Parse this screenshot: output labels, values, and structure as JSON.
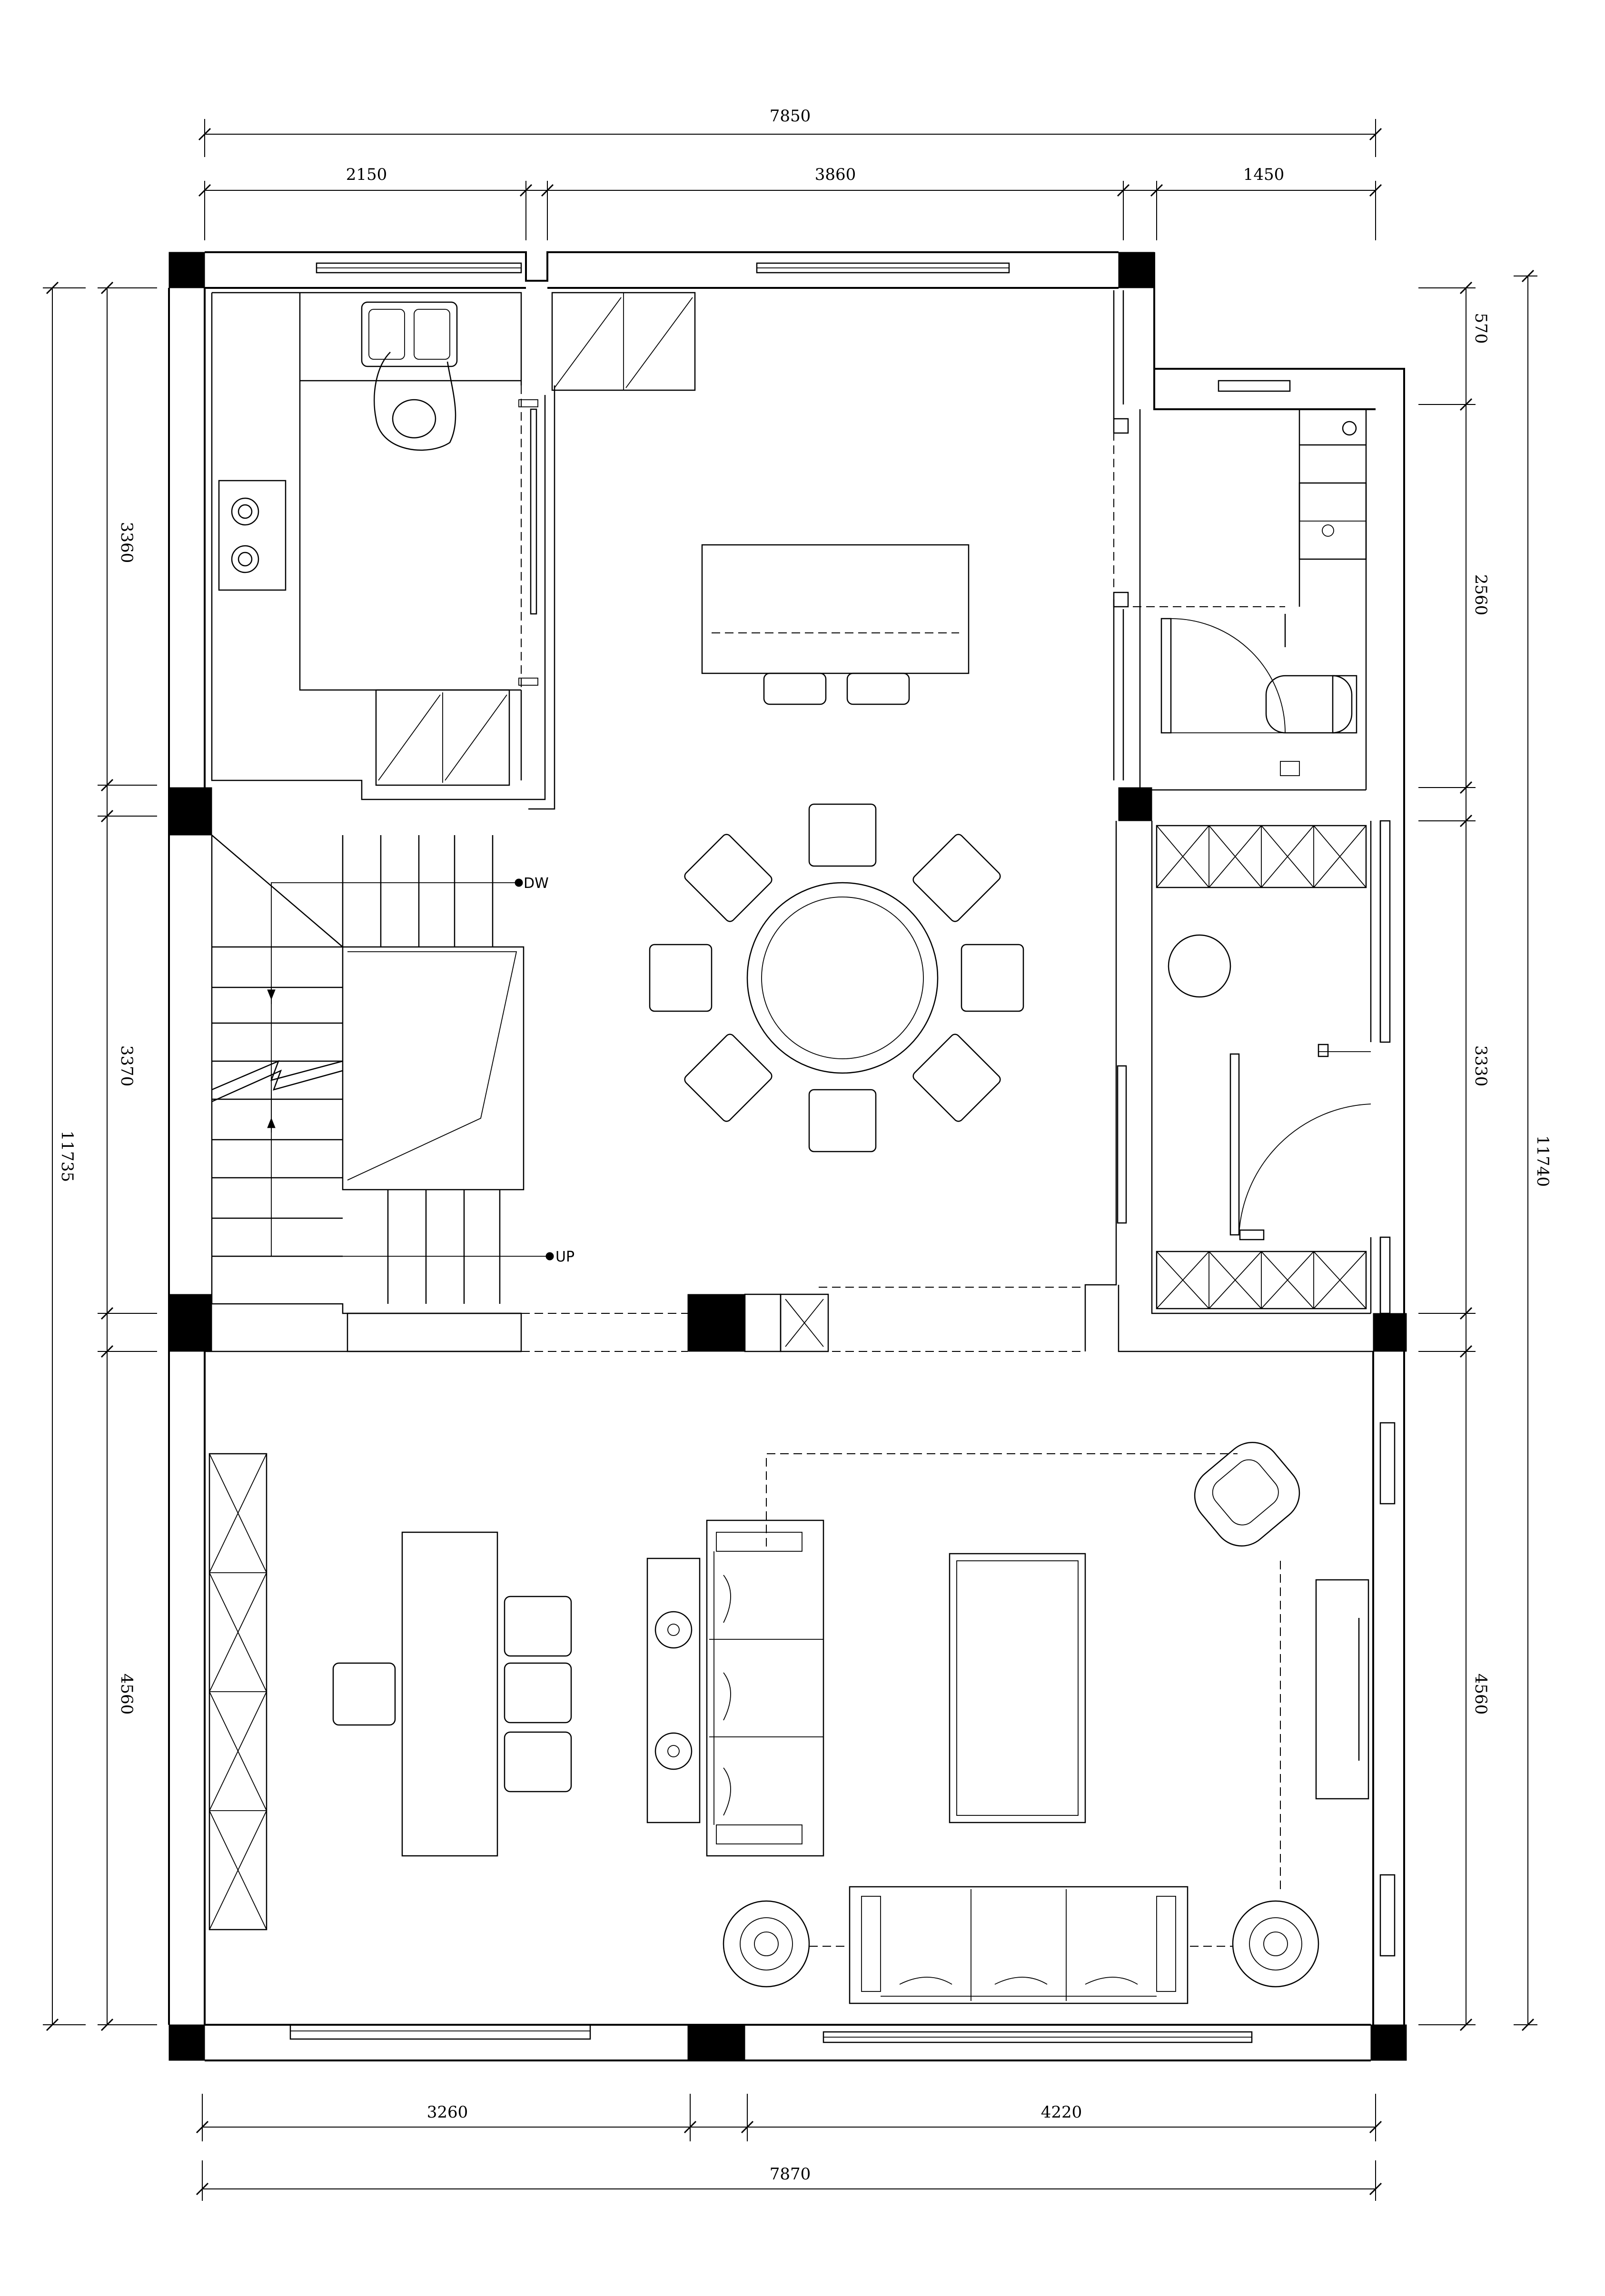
{
  "dimensions": {
    "top_total": "7850",
    "top_1": "2150",
    "top_2": "3860",
    "top_3": "1450",
    "bottom_1": "3260",
    "bottom_2": "4220",
    "bottom_total": "7870",
    "left_total": "11735",
    "left_1": "3360",
    "left_2": "3370",
    "left_3": "4560",
    "right_total": "11740",
    "right_1": "570",
    "right_2": "2560",
    "right_3": "3330",
    "right_4": "4560"
  },
  "labels": {
    "stair_down": "DW",
    "stair_up": "UP"
  }
}
